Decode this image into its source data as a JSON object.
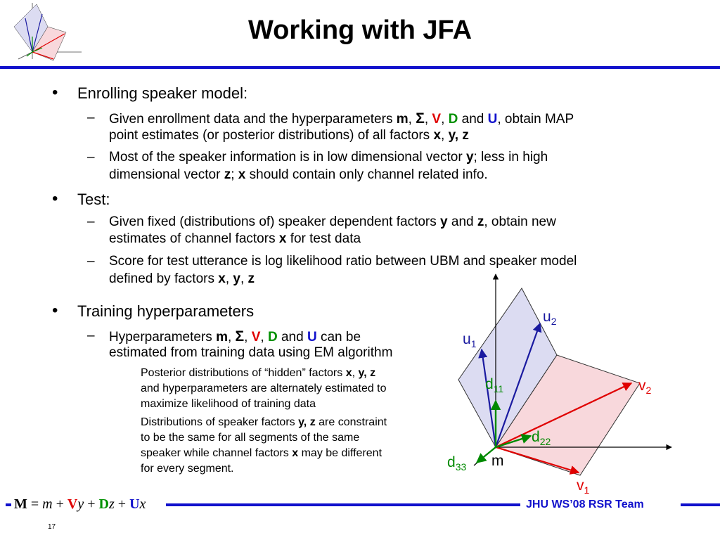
{
  "title": "Working with JFA",
  "bullets": {
    "b1": "Enrolling speaker model:",
    "b1_s1_l1": {
      "a": "Given enrollment data and the hyperparameters ",
      "m": "m",
      "sep1": ", ",
      "sigma": "Σ",
      "sep2": ", ",
      "V": "V",
      "sep3": ", ",
      "D": "D",
      "and": " and ",
      "U": "U",
      "tail": ", obtain MAP"
    },
    "b1_s1_l2": {
      "a": "point estimates (or posterior distributions) of all factors ",
      "x": "x",
      "sep": ", ",
      "yz": "y, z"
    },
    "b1_s2_l1": {
      "a": "Most of the speaker information is in low dimensional vector ",
      "y": "y",
      "tail": "; less in high"
    },
    "b1_s2_l2": {
      "a": "dimensional vector ",
      "z": "z",
      "sep": "; ",
      "x": "x",
      "tail": " should contain only channel related info."
    },
    "b2": "Test:",
    "b2_s1_l1": {
      "a": "Given fixed (distributions of) speaker dependent factors ",
      "y": "y",
      "and": " and ",
      "z": "z",
      "tail": ", obtain new"
    },
    "b2_s1_l2": {
      "a": "estimates of channel factors ",
      "x": "x",
      "tail": " for test data"
    },
    "b2_s2_l1": "Score for test utterance is log likelihood ratio between UBM and speaker model",
    "b2_s2_l2": {
      "a": "defined by factors ",
      "x": "x",
      "sep1": ", ",
      "y": "y",
      "sep2": ", ",
      "z": "z"
    },
    "b3": "Training hyperparameters",
    "b3_s1_l1": {
      "a": "Hyperparameters ",
      "m": "m",
      "sep1": ", ",
      "sigma": "Σ",
      "sep2": ", ",
      "V": "V",
      "sep3": ", ",
      "D": "D",
      "and": " and ",
      "U": "U",
      "tail": " can be"
    },
    "b3_s1_l2": "estimated from training data using EM algorithm",
    "b3_s1_s1_l1": {
      "a": "Posterior distributions of “hidden” factors ",
      "x": "x",
      "sep": ", ",
      "yz": "y, z"
    },
    "b3_s1_s1_l2": "and hyperparameters are alternately estimated to",
    "b3_s1_s1_l3": "maximize likelihood of training data",
    "b3_s1_s2_l1": {
      "a": "Distributions of speaker factors ",
      "yz": "y, z",
      "tail": " are constraint"
    },
    "b3_s1_s2_l2": "to be the same for all segments of the same",
    "b3_s1_s2_l3": {
      "a": "speaker while channel factors ",
      "x": "x",
      "tail": " may be different"
    },
    "b3_s1_s2_l4": "for every segment."
  },
  "diagram": {
    "u": "u",
    "u2_sub": "2",
    "u1_sub": "1",
    "v": "v",
    "v2_sub": "2",
    "v1_sub": "1",
    "d": "d",
    "d11_sub": "11",
    "d22_sub": "22",
    "d33_sub": "33",
    "m": "m",
    "colors": {
      "blue_plane": "#dcdcf2",
      "red_plane": "#f8d8dc",
      "vector_blue": "#1a1aa0",
      "vector_red": "#e00000",
      "vector_green": "#008a00"
    }
  },
  "footer": {
    "formula": {
      "M": "M",
      "eq": " = ",
      "m": "m",
      "plus1": " + ",
      "V": "V",
      "y": "y",
      "plus2": " + ",
      "D": "D",
      "z": "z",
      "plus3": " + ",
      "U": "U",
      "x": "x"
    },
    "team": "JHU WS’08 RSR Team",
    "page": "17"
  }
}
